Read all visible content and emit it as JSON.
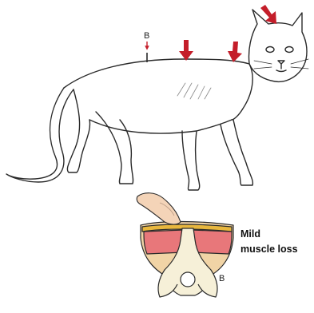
{
  "figure": {
    "marker_label_top": "B",
    "marker_label_bottom": "B",
    "caption_line1": "Mild",
    "caption_line2": "muscle loss"
  },
  "colors": {
    "arrow": "#c41e2a",
    "outline": "#2a2a2a",
    "muscle": "#e8777a",
    "fat": "#e8b73e",
    "skin": "#f1d4a6",
    "bone": "#f6f0d8"
  },
  "icons": {
    "arrows": "down-arrow-icon",
    "hand": "finger-icon"
  }
}
